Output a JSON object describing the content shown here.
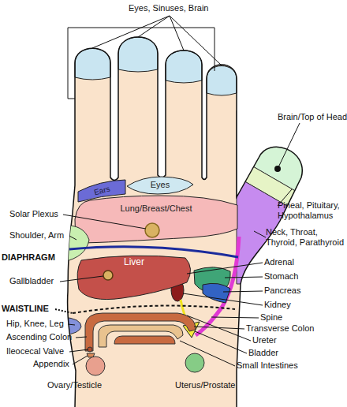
{
  "diagram": {
    "nodes": [
      {
        "text": [
          "Ears"
        ]
      },
      {
        "text": [
          "Eyes"
        ]
      },
      {
        "text": [
          "Lung/Breast/Chest"
        ]
      },
      {
        "text": [
          "Liver"
        ]
      }
    ],
    "labels": [
      "Eyes, Sinuses, Brain",
      "Brain/Top of Head",
      "Pineal, Pituitary, Hypothalamus",
      "Solar Plexus",
      "Shoulder, Arm",
      "Neck, Throat, Thyroid, Parathyroid",
      "DIAPHRAGM",
      "Adrenal",
      "Stomach",
      "Gallbladder",
      "Pancreas",
      "Kidney",
      "WAISTLINE",
      "Spine",
      "Hip, Knee, Leg",
      "Transverse Colon",
      "Ascending Colon",
      "Ureter",
      "Ileocecal Valve",
      "Bladder",
      "Small Intestines",
      "Appendix",
      "Ovary/Testicle",
      "Uterus/Prostate"
    ]
  }
}
